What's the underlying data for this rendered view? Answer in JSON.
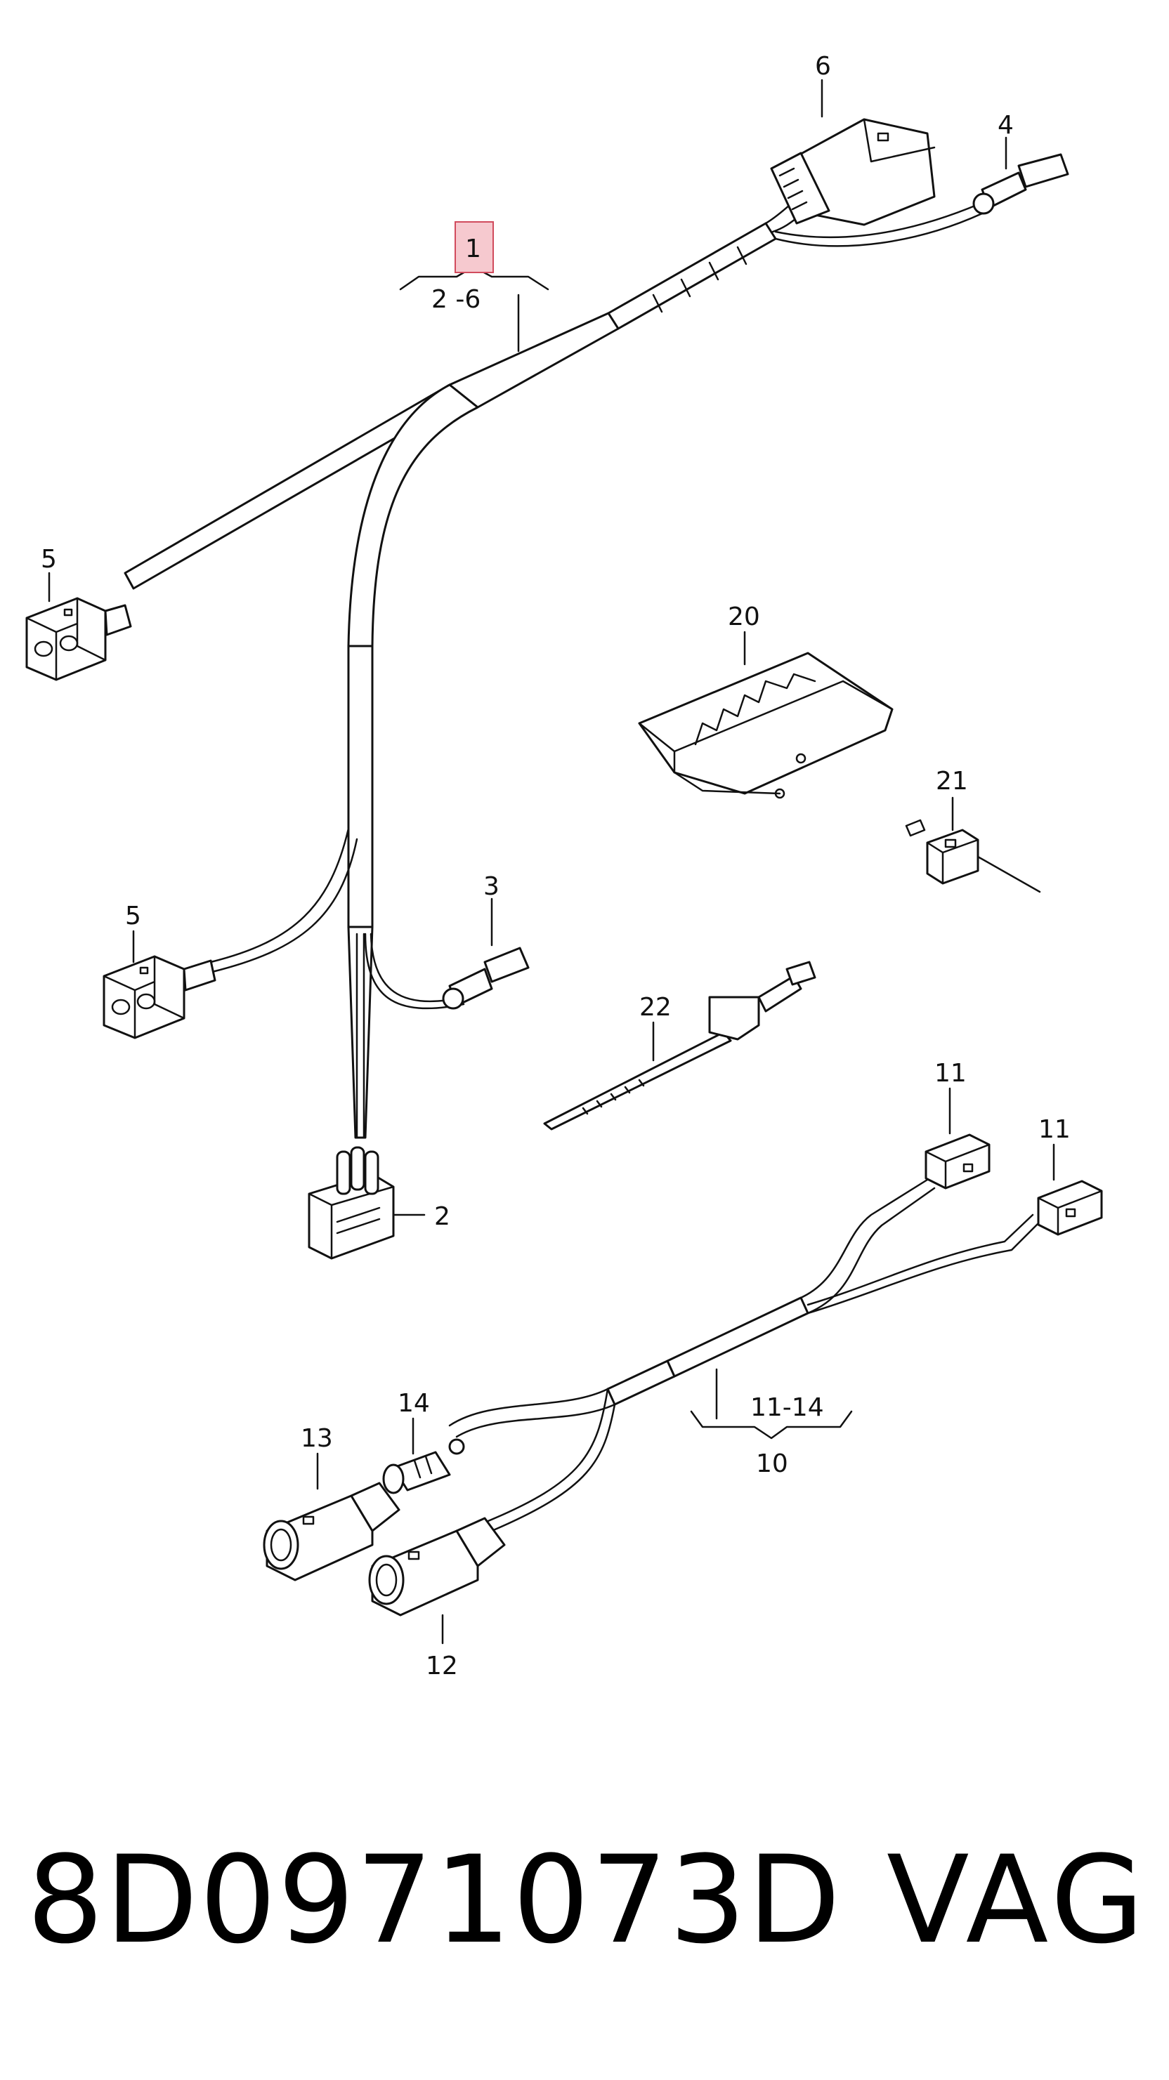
{
  "callouts": {
    "c1": "1",
    "c2_6": "2 -6",
    "c2": "2",
    "c3": "3",
    "c4": "4",
    "c5a": "5",
    "c5b": "5",
    "c6": "6",
    "c10": "10",
    "c11a": "11",
    "c11b": "11",
    "c11_14": "11-14",
    "c12": "12",
    "c13": "13",
    "c14": "14",
    "c20": "20",
    "c21": "21",
    "c22": "22"
  },
  "footer": {
    "part_number": "8D0971073D",
    "brand": "VAG"
  },
  "colors": {
    "highlight_fill": "#f6c9cf",
    "highlight_stroke": "#d14b5d",
    "line": "#111111"
  }
}
